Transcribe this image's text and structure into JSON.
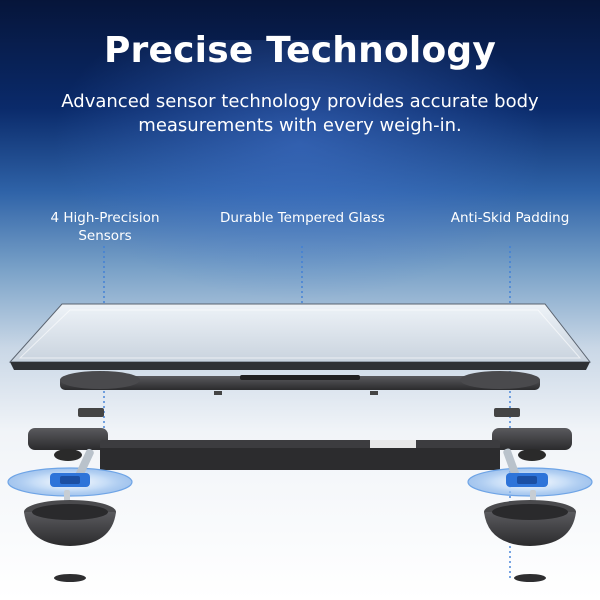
{
  "title": "Precise Technology",
  "subtitle": "Advanced sensor technology provides accurate body measurements with every weigh-in.",
  "callouts": [
    {
      "label": "4 High-Precision Sensors"
    },
    {
      "label": "Durable Tempered Glass"
    },
    {
      "label": "Anti-Skid Padding"
    }
  ],
  "colors": {
    "background_top": "#06153a",
    "accent_blue": "#2e74d9",
    "sensor_ring": "#9fc4f1",
    "dark_part": "#3a3a3c"
  }
}
